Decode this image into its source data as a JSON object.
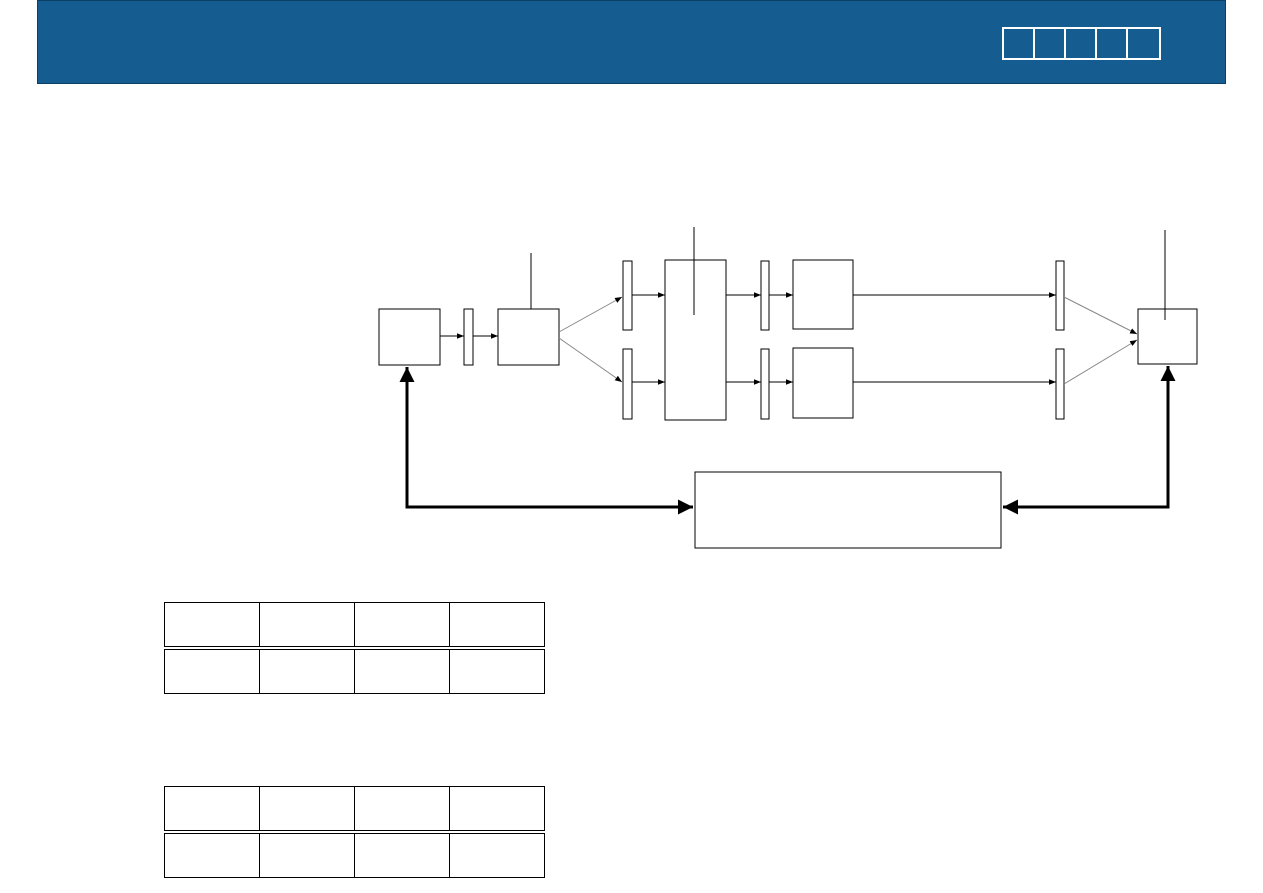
{
  "header": {
    "nav_items": [
      "",
      "",
      "",
      "",
      ""
    ]
  },
  "diagram": {
    "nodes": [
      {
        "id": "source",
        "label": ""
      },
      {
        "id": "narrow-1",
        "label": ""
      },
      {
        "id": "block-2",
        "label": ""
      },
      {
        "id": "split-upper",
        "label": ""
      },
      {
        "id": "split-lower",
        "label": ""
      },
      {
        "id": "tall-block",
        "label": ""
      },
      {
        "id": "narrow-upper",
        "label": ""
      },
      {
        "id": "narrow-lower",
        "label": ""
      },
      {
        "id": "block-upper",
        "label": ""
      },
      {
        "id": "block-lower",
        "label": ""
      },
      {
        "id": "merge-upper",
        "label": ""
      },
      {
        "id": "merge-lower",
        "label": ""
      },
      {
        "id": "sink",
        "label": ""
      },
      {
        "id": "controller",
        "label": ""
      }
    ]
  },
  "tables": [
    {
      "rows": [
        [
          "",
          "",
          "",
          ""
        ],
        [
          "",
          "",
          "",
          ""
        ]
      ]
    },
    {
      "rows": [
        [
          "",
          "",
          "",
          ""
        ],
        [
          "",
          "",
          "",
          ""
        ]
      ]
    }
  ]
}
